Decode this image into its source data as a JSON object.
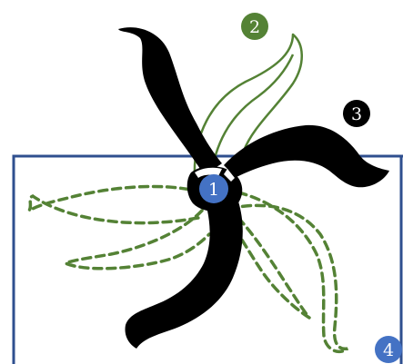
{
  "colors": {
    "frame": "#2f4f8f",
    "green": "#548235",
    "black": "#000000",
    "blue": "#4472c4",
    "white": "#ffffff"
  },
  "labels": {
    "center": "1",
    "green_solid": "2",
    "black_arms": "3",
    "green_dashed": "4"
  }
}
